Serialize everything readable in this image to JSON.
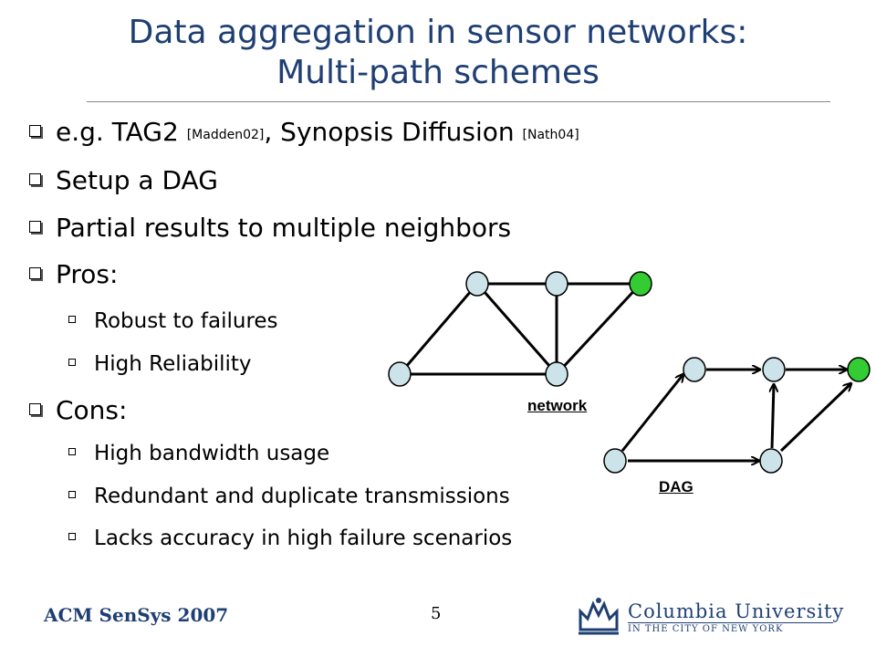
{
  "title": {
    "line1": "Data aggregation in sensor networks:",
    "line2": "Multi-path schemes"
  },
  "bullets": [
    {
      "text": "e.g. TAG2 ",
      "ref1": "[Madden02]",
      "mid": ", Synopsis Diffusion ",
      "ref2": "[Nath04]"
    },
    {
      "text": "Setup a DAG"
    },
    {
      "text": "Partial results to multiple neighbors"
    },
    {
      "text": "Pros:"
    },
    {
      "text": "Cons:"
    }
  ],
  "pros": [
    "Robust to failures",
    "High Reliability"
  ],
  "cons": [
    "High bandwidth usage",
    "Redundant and duplicate transmissions",
    "Lacks accuracy in high failure scenarios"
  ],
  "diagrams": {
    "network_label": "network",
    "dag_label": "DAG",
    "node_color": "#cde3ea",
    "sink_color": "#33cc33"
  },
  "footer": {
    "conference": "ACM SenSys 2007",
    "page": "5",
    "logo_main": "Columbia University",
    "logo_sub": "IN THE CITY OF NEW YORK"
  },
  "colors": {
    "title": "#1f3f73"
  }
}
